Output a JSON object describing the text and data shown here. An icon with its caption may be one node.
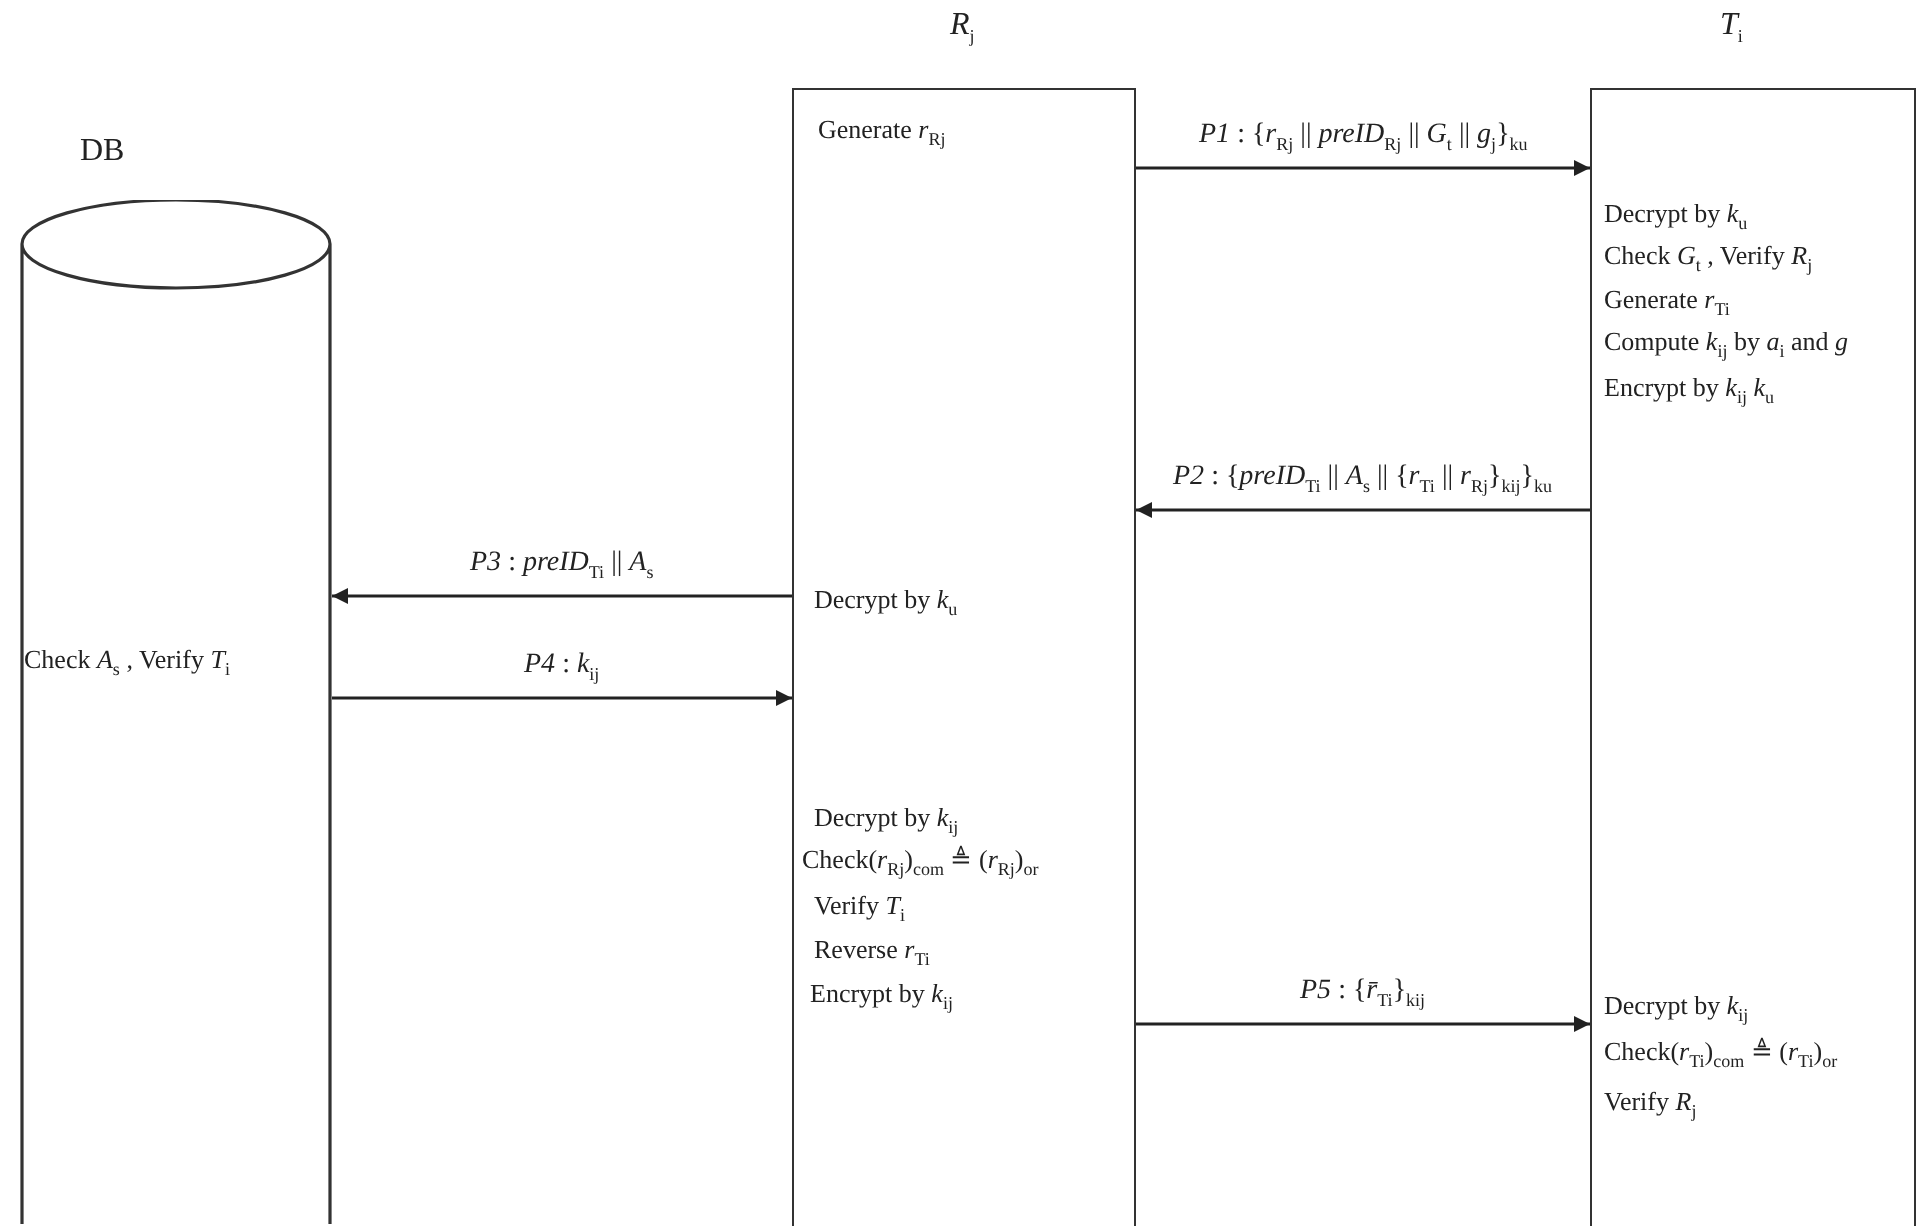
{
  "diagram": {
    "nodes": [
      {
        "text": [
          "DB",
          "Check *A*$_{s}$ , Verify *T*$_{i}$"
        ]
      },
      {
        "text": [
          "*R*$_{j}$",
          "Generate *r*$_{Rj}$",
          "Decrypt by *k*$_{u}$",
          "Decrypt by *k*$_{ij}$",
          "Check(*r*$_{Rj}$)$_{com}$ ≜ (*r*$_{Rj}$)$_{or}$",
          "Verify *T*$_{i}$",
          "Reverse *r*$_{Ti}$",
          "Encrypt by *k*$_{ij}$"
        ]
      },
      {
        "text": [
          "*T*$_{i}$",
          "Decrypt by *k*$_{u}$",
          "Check *G*$_{t}$ , Verify *R*$_{j}$",
          "Generate *r*$_{Ti}$",
          "Compute *k*$_{ij}$ by *a*$_{i}$ and *g*",
          "Encrypt by *k*$_{ij}$ *k*$_{u}$",
          "Decrypt by *k*$_{ij}$",
          "Check(*r*$_{Ti}$)$_{com}$ ≜ (*r*$_{Ti}$)$_{or}$",
          "Verify *R*$_{j}$"
        ]
      }
    ],
    "edges": [
      {
        "from": 1,
        "to": 2,
        "arrow": "to",
        "label": "*P1* : {*r*$_{Rj}$ || *preID*$_{Rj}$ || *G*$_{t}$ || *g*$_{j}$}$_{ku}$"
      },
      {
        "from": 2,
        "to": 1,
        "arrow": "to",
        "label": "*P2* : {*preID*$_{Ti}$ || *A*$_{s}$ || {*r*$_{Ti}$ || *r*$_{Rj}$}$_{kij}$}$_{ku}$"
      },
      {
        "from": 1,
        "to": 0,
        "arrow": "to",
        "label": "*P3* : *preID*$_{Ti}$ || *A*$_{s}$"
      },
      {
        "from": 0,
        "to": 1,
        "arrow": "to",
        "label": "*P4* : *k*$_{ij}$"
      },
      {
        "from": 1,
        "to": 2,
        "arrow": "to",
        "label": "*P5* : {*r̄*$_{Ti}$}$_{kij}$"
      }
    ]
  }
}
